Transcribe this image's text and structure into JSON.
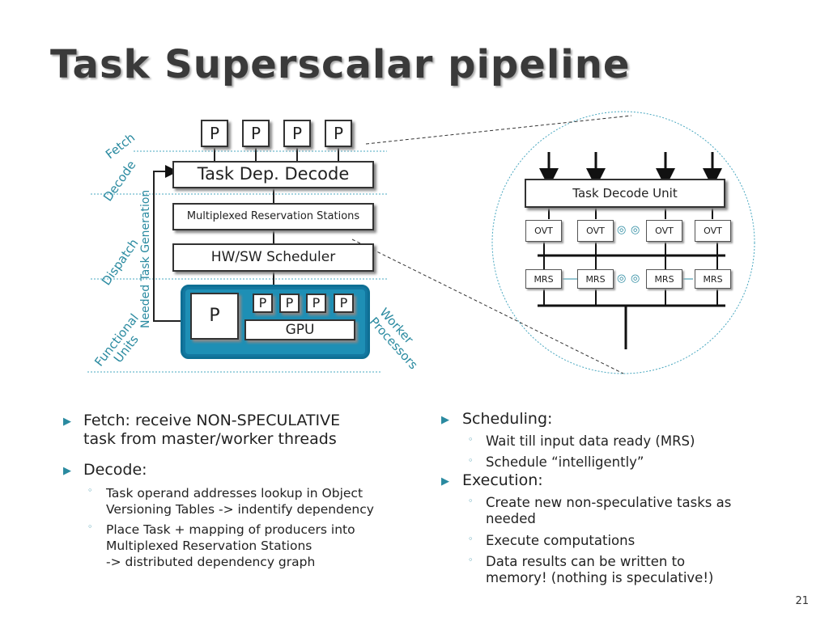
{
  "slide": {
    "title": "Task Superscalar pipeline",
    "page_number": "21"
  },
  "stages": {
    "fetch": "Fetch",
    "decode": "Decode",
    "dispatch": "Dispatch",
    "functional": "Functional Units",
    "functional_line1": "Functional",
    "functional_line2": "Units",
    "needed": "Needed Task Generation",
    "worker_line1": "Worker",
    "worker_line2": "Processors"
  },
  "pipeline": {
    "fetch_p": [
      "P",
      "P",
      "P",
      "P"
    ],
    "decode_box": "Task Dep. Decode",
    "mrs_box": "Multiplexed Reservation Stations",
    "scheduler_box": "HW/SW Scheduler",
    "big_p": "P",
    "small_p": [
      "P",
      "P",
      "P",
      "P"
    ],
    "gpu": "GPU"
  },
  "detail": {
    "decode_unit": "Task Decode Unit",
    "ovt": [
      "OVT",
      "OVT",
      "OVT",
      "OVT"
    ],
    "mrs": [
      "MRS",
      "MRS",
      "MRS",
      "MRS"
    ]
  },
  "left_bullets": {
    "fetch_line1": "Fetch: receive NON-SPECULATIVE",
    "fetch_line2": "task from master/worker threads",
    "decode": "Decode:",
    "sub1_line1": "Task operand addresses lookup in Object",
    "sub1_line2": "Versioning Tables -> indentify dependency",
    "sub2_line1": "Place Task + mapping of producers into",
    "sub2_line2": "Multiplexed Reservation Stations",
    "sub2_line3": "-> distributed dependency graph"
  },
  "right_bullets": {
    "scheduling": "Scheduling:",
    "sched_sub1": "Wait till input data ready (MRS)",
    "sched_sub2": "Schedule “intelligently”",
    "execution": "Execution:",
    "exec_sub1_line1": "Create new non-speculative tasks as",
    "exec_sub1_line2": "needed",
    "exec_sub2": "Execute computations",
    "exec_sub3_line1": "Data results can be written to",
    "exec_sub3_line2": "memory! (nothing is speculative!)"
  },
  "colors": {
    "accent": "#2a8aa0",
    "gpu_panel": "#1e8fb5",
    "title": "#3a3a3a"
  }
}
